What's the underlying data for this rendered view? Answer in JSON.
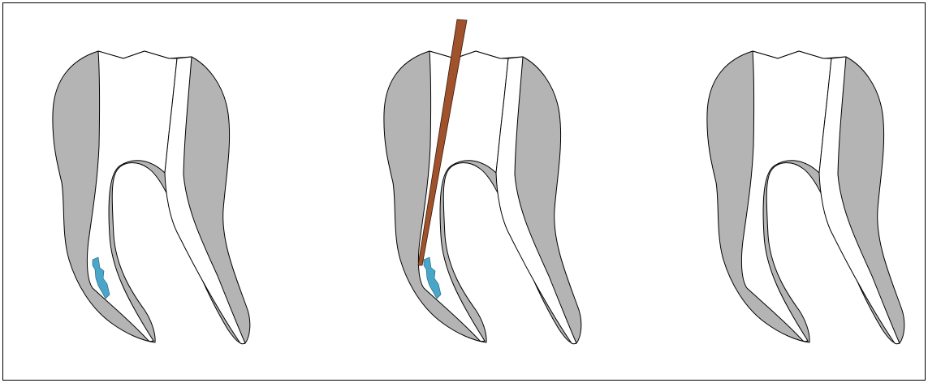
{
  "diagram": {
    "panels": [
      {
        "id": "fragment-in-canal",
        "show_fragment": true,
        "show_instrument": false
      },
      {
        "id": "instrument-bypass",
        "show_fragment": true,
        "show_instrument": true
      },
      {
        "id": "fragment-removed",
        "show_fragment": false,
        "show_instrument": false
      }
    ],
    "colors": {
      "dentin": "#b4b4b4",
      "canal": "#ffffff",
      "outline": "#000000",
      "fragment": "#4aa6c8",
      "instrument": "#a0522d"
    }
  }
}
